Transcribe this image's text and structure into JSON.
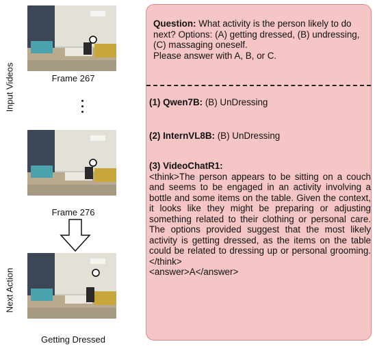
{
  "left": {
    "input_label": "Input Videos",
    "next_label": "Next Action",
    "frame1_caption": "Frame 267",
    "frame2_caption": "Frame 276",
    "frame3_caption": "Getting Dressed"
  },
  "panel": {
    "question_label": "Question:",
    "question_text": " What activity is the person likely to do next? Options: (A) getting dressed, (B) undressing, (C) massaging oneself.",
    "question_instruction": "Please answer with A, B, or C.",
    "answers": [
      {
        "label": "(1) Qwen7B:",
        "text": " (B) UnDressing"
      },
      {
        "label": "(2) InternVL8B:",
        "text": " (B) UnDressing"
      },
      {
        "label": "(3) VideoChatR1:",
        "think": "<think>The person appears to be sitting on a couch and seems to be engaged in an activity involving a bottle and some items on the table. Given the context, it looks like they might be preparing or adjusting something related to their clothing or personal care. The options provided suggest that the most likely activity is getting dressed, as the items on the table could be related to dressing up or personal grooming.</think>",
        "answer": "<answer>A</answer>"
      }
    ]
  }
}
